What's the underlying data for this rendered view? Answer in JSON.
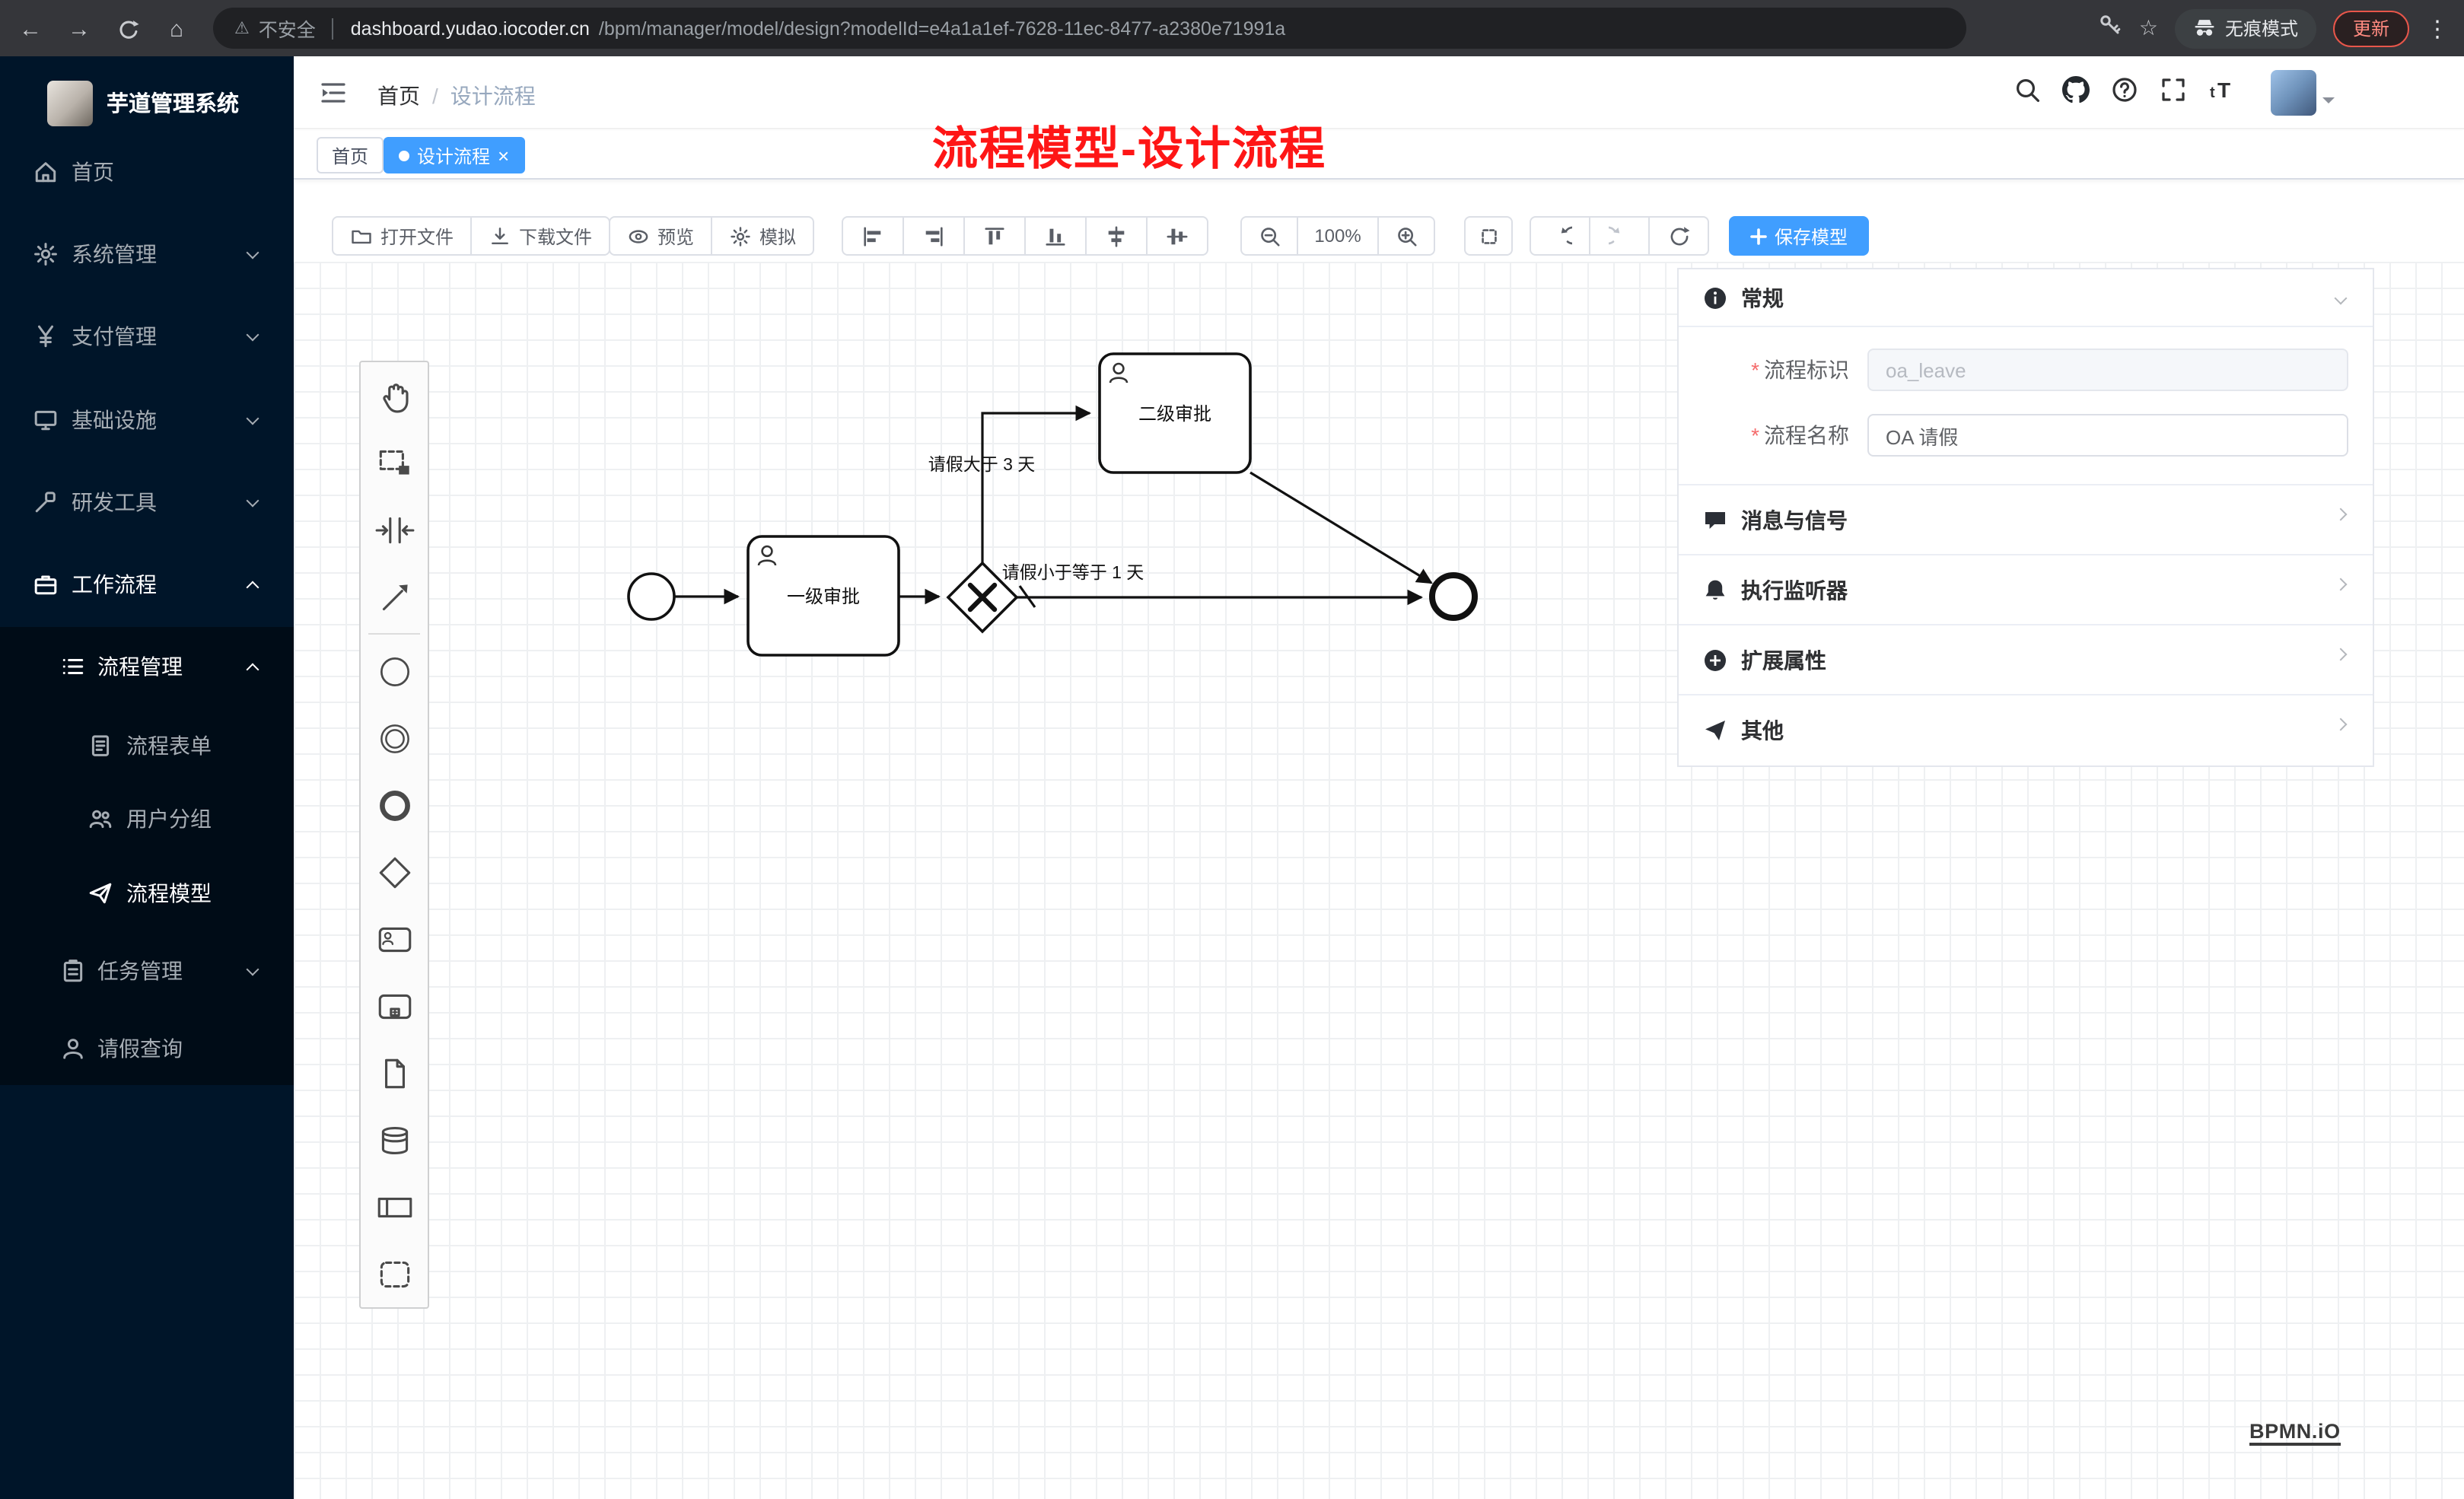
{
  "browser": {
    "security": "不安全",
    "url_domain": "dashboard.yudao.iocoder.cn",
    "url_path": "/bpm/manager/model/design?modelId=e4a1a1ef-7628-11ec-8477-a2380e71991a",
    "incognito": "无痕模式",
    "update": "更新"
  },
  "sidebar": {
    "app_title": "芋道管理系统",
    "items": [
      {
        "label": "首页"
      },
      {
        "label": "系统管理"
      },
      {
        "label": "支付管理"
      },
      {
        "label": "基础设施"
      },
      {
        "label": "研发工具"
      },
      {
        "label": "工作流程"
      },
      {
        "label": "流程管理"
      },
      {
        "label": "流程表单"
      },
      {
        "label": "用户分组"
      },
      {
        "label": "流程模型"
      },
      {
        "label": "任务管理"
      },
      {
        "label": "请假查询"
      }
    ]
  },
  "header": {
    "breadcrumb_home": "首页",
    "breadcrumb_sep": "/",
    "breadcrumb_current": "设计流程",
    "annotation": "流程模型-设计流程"
  },
  "tags": {
    "home": "首页",
    "active_label": "设计流程",
    "close": "×"
  },
  "toolbar": {
    "open_file": "打开文件",
    "download_file": "下载文件",
    "preview": "预览",
    "simulate": "模拟",
    "zoom_level": "100%",
    "save_model": "保存模型"
  },
  "diagram": {
    "task_first": "一级审批",
    "task_second": "二级审批",
    "flow_label_gt": "请假大于 3 天",
    "flow_label_le": "请假小于等于 1 天",
    "watermark": "BPMN.iO"
  },
  "panel": {
    "general_title": "常规",
    "required_mark": "*",
    "key_label": "流程标识",
    "key_value": "oa_leave",
    "name_label": "流程名称",
    "name_value": "OA 请假",
    "sections": [
      {
        "label": "消息与信号"
      },
      {
        "label": "执行监听器"
      },
      {
        "label": "扩展属性"
      },
      {
        "label": "其他"
      }
    ]
  },
  "colors": {
    "accent": "#409eff",
    "sidebar_bg": "#001529",
    "sidebar_submenu_bg": "#000c17",
    "annotation_red": "#fe1616",
    "required_red": "#f56c6c"
  },
  "icons": {
    "browser": [
      "back-icon",
      "forward-icon",
      "reload-icon",
      "home-icon",
      "warning-icon",
      "key-icon",
      "star-icon",
      "incognito-icon",
      "kebab-menu-icon"
    ],
    "header": [
      "menu-fold-icon",
      "search-icon",
      "github-icon",
      "question-icon",
      "fullscreen-icon",
      "font-size-icon",
      "avatar"
    ],
    "palette": [
      "hand-tool",
      "lasso-tool",
      "space-tool",
      "connect-tool",
      "start-event",
      "intermediate-event",
      "end-event",
      "gateway",
      "user-task",
      "subprocess",
      "data-object",
      "data-store",
      "participant",
      "group"
    ]
  }
}
